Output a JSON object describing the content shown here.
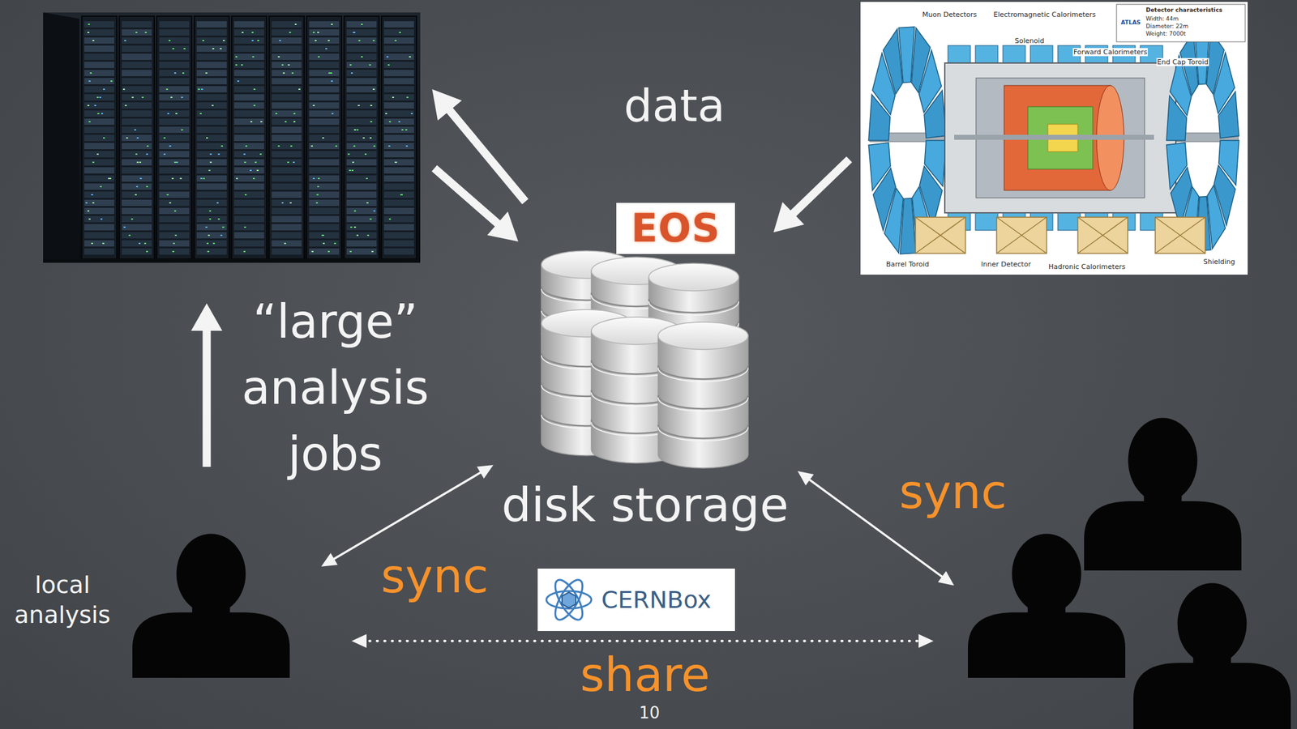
{
  "diagram": {
    "nodes": [
      {
        "text": []
      },
      {
        "text": [
          "Muon Detectors",
          "Electromagnetic Calorimeters",
          "ATLAS",
          "Detector characteristics",
          "Width: 44m",
          "Diameter: 22m",
          "Weight: 7000t",
          "Solenoid",
          "Forward Calorimeters",
          "End Cap Toroid",
          "Barrel Toroid",
          "Inner Detector",
          "Hadronic Calorimeters",
          "Shielding"
        ]
      },
      {
        "text": [
          "disk storage"
        ]
      },
      {
        "text": [
          "local analysis"
        ]
      },
      {
        "text": []
      }
    ],
    "edges": [
      {
        "from": 1,
        "to": 2,
        "arrow": "to"
      },
      {
        "from": 0,
        "to": 2,
        "arrow": "to"
      },
      {
        "from": 2,
        "to": 0,
        "arrow": "to"
      },
      {
        "from": 3,
        "to": 0,
        "label": "“large” analysis jobs",
        "arrow": "to"
      },
      {
        "from": 3,
        "to": 2,
        "label": "sync",
        "arrow": "both"
      },
      {
        "from": 2,
        "to": 4,
        "label": "sync",
        "arrow": "both"
      },
      {
        "from": 3,
        "to": 4,
        "label": "share",
        "arrow": "both"
      }
    ],
    "labels": [
      "data",
      "EOS",
      "CERNBox",
      "10"
    ]
  }
}
